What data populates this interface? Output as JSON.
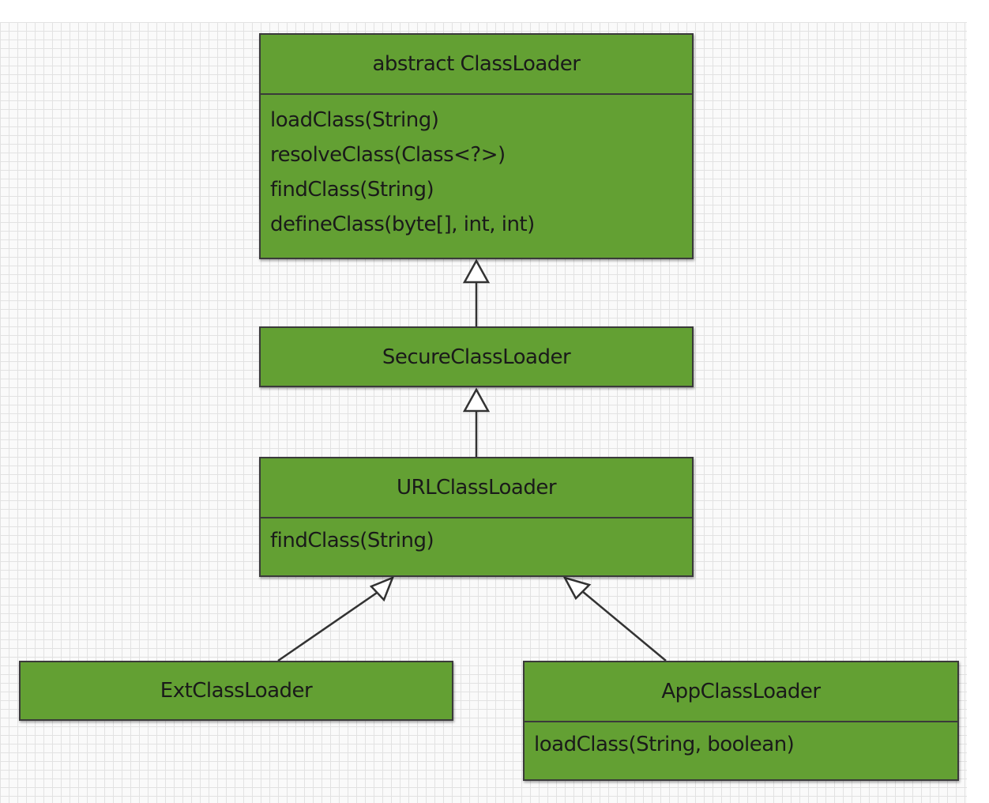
{
  "colors": {
    "box_fill": "#63a033",
    "box_border": "#3a3a3a",
    "grid_line": "#e2e2e2",
    "grid_background": "#fafafa",
    "connector": "#333333",
    "arrowhead_fill": "#ffffff"
  },
  "classes": {
    "classloader": {
      "title": "abstract ClassLoader",
      "methods": [
        "loadClass(String)",
        "resolveClass(Class<?>)",
        "findClass(String)",
        "defineClass(byte[], int, int)"
      ]
    },
    "secure_classloader": {
      "title": "SecureClassLoader"
    },
    "url_classloader": {
      "title": "URLClassLoader",
      "methods": [
        "findClass(String)"
      ]
    },
    "ext_classloader": {
      "title": "ExtClassLoader"
    },
    "app_classloader": {
      "title": "AppClassLoader",
      "methods": [
        "loadClass(String, boolean)"
      ]
    }
  },
  "relations": [
    {
      "type": "inheritance",
      "from": "SecureClassLoader",
      "to": "abstract ClassLoader"
    },
    {
      "type": "inheritance",
      "from": "URLClassLoader",
      "to": "SecureClassLoader"
    },
    {
      "type": "inheritance",
      "from": "ExtClassLoader",
      "to": "URLClassLoader"
    },
    {
      "type": "inheritance",
      "from": "AppClassLoader",
      "to": "URLClassLoader"
    }
  ]
}
